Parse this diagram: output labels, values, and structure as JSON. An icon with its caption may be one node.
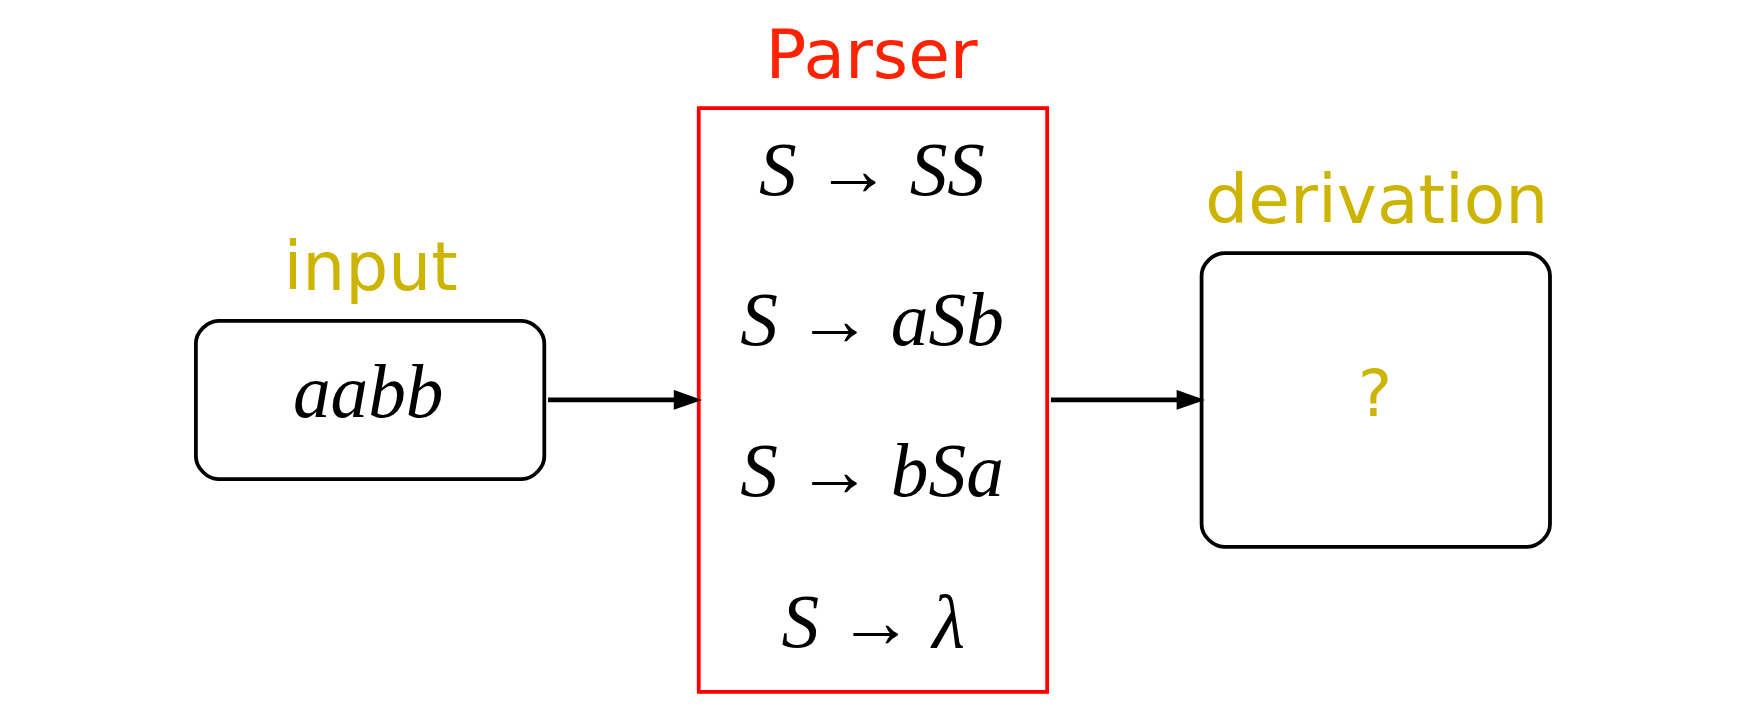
{
  "diagram": {
    "nodes": [
      {
        "text": [
          "input",
          "aabb"
        ]
      },
      {
        "text": [
          "Parser",
          "S → SS",
          "S → aSb",
          "S → bSa",
          "S → λ"
        ]
      },
      {
        "text": [
          "derivation",
          "?"
        ]
      }
    ],
    "edges": [
      {
        "from": 0,
        "to": 1,
        "arrow": "to"
      },
      {
        "from": 1,
        "to": 2,
        "arrow": "to"
      }
    ]
  }
}
